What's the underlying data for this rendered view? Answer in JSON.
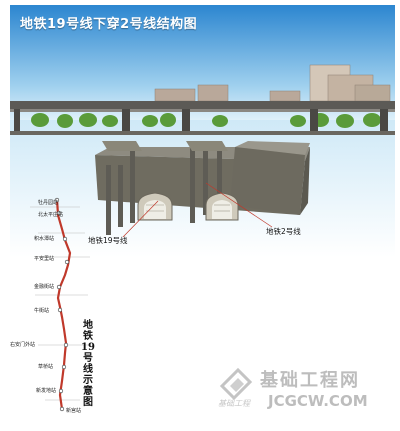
{
  "diagram": {
    "title": "地铁19号线下穿2号线结构图",
    "label_line19": "地铁19号线",
    "label_line2": "地铁2号线"
  },
  "map": {
    "vertical_title": [
      "地",
      "铁",
      "19",
      "号",
      "线",
      "示",
      "意",
      "图"
    ],
    "stations": [
      {
        "name": "牡丹园站"
      },
      {
        "name": "北太平庄站"
      },
      {
        "name": "积水潭站"
      },
      {
        "name": "平安里站"
      },
      {
        "name": "金融街站"
      },
      {
        "name": "牛街站"
      },
      {
        "name": "右安门外站"
      },
      {
        "name": "草桥站"
      },
      {
        "name": "新发地站"
      },
      {
        "name": "新宫站"
      }
    ]
  },
  "watermark": {
    "name_cn": "基础工程网",
    "domain": "JCGCW.COM",
    "small": "基础工程"
  },
  "colors": {
    "sky_top": "#2f8fd6",
    "sky_bottom": "#d9eef8",
    "line_red": "#c0392b",
    "structure": "#6f6c60"
  }
}
